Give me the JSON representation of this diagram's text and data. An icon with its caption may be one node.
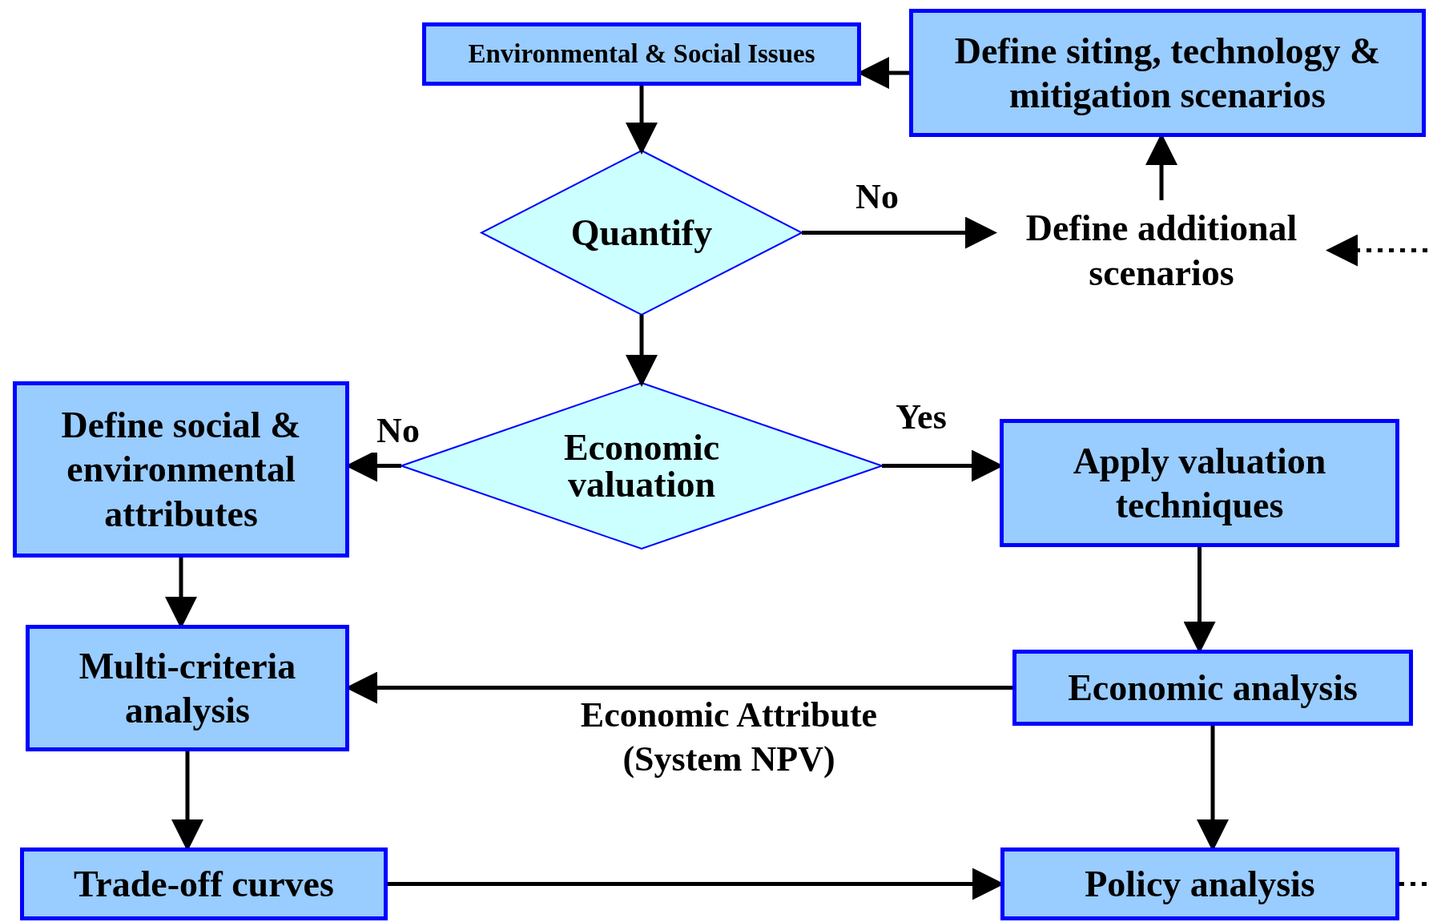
{
  "diagram": {
    "nodes": [
      {
        "text": [
          "Environmental & Social Issues"
        ]
      },
      {
        "text": [
          "Define siting, technology & mitigation scenarios"
        ]
      },
      {
        "text": [
          "Quantify"
        ]
      },
      {
        "text": [
          "Define additional scenarios"
        ]
      },
      {
        "text": [
          "Economic valuation"
        ]
      },
      {
        "text": [
          "Define social & environmental attributes"
        ]
      },
      {
        "text": [
          "Apply valuation techniques"
        ]
      },
      {
        "text": [
          "Multi-criteria analysis"
        ]
      },
      {
        "text": [
          "Economic analysis"
        ]
      },
      {
        "text": [
          "Trade-off curves"
        ]
      },
      {
        "text": [
          "Policy analysis"
        ]
      }
    ],
    "edges": [
      {
        "from": 1,
        "to": 0,
        "arrow": "to"
      },
      {
        "from": 0,
        "to": 2,
        "arrow": "to"
      },
      {
        "from": 2,
        "to": 3,
        "arrow": "to",
        "label": "No"
      },
      {
        "from": 3,
        "to": 1,
        "arrow": "to"
      },
      {
        "from": null,
        "to": 3,
        "arrow": "to",
        "style": "dashed"
      },
      {
        "from": 2,
        "to": 4,
        "arrow": "to"
      },
      {
        "from": 4,
        "to": 5,
        "arrow": "to",
        "label": "No"
      },
      {
        "from": 4,
        "to": 6,
        "arrow": "to",
        "label": "Yes"
      },
      {
        "from": 5,
        "to": 7,
        "arrow": "to"
      },
      {
        "from": 6,
        "to": 8,
        "arrow": "to"
      },
      {
        "from": 8,
        "to": 7,
        "arrow": "to",
        "label": "Economic Attribute (System NPV)"
      },
      {
        "from": 8,
        "to": 10,
        "arrow": "to"
      },
      {
        "from": 7,
        "to": 9,
        "arrow": "to"
      },
      {
        "from": 9,
        "to": 10,
        "arrow": "to"
      },
      {
        "from": 10,
        "to": null,
        "arrow": "none",
        "style": "dashed"
      }
    ]
  }
}
